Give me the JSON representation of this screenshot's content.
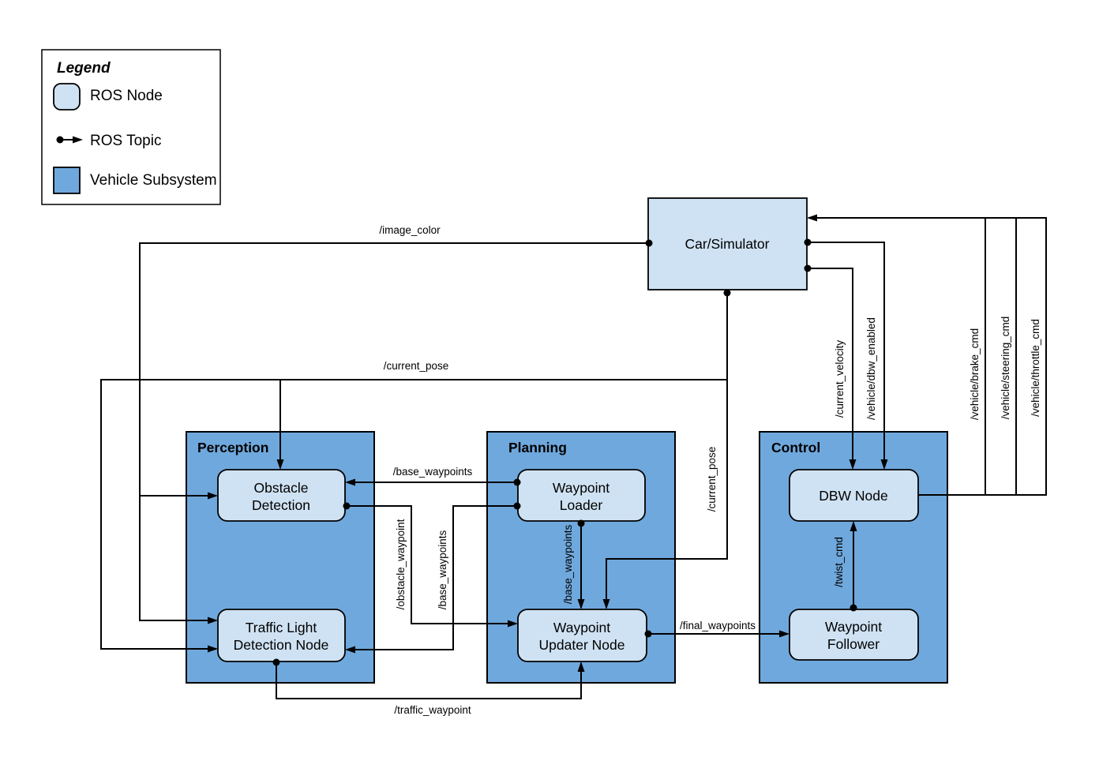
{
  "colors": {
    "node_fill": "#cfe2f3",
    "subsystem_fill": "#6fa8dc",
    "line": "#000000",
    "background": "#ffffff"
  },
  "legend": {
    "title": "Legend",
    "ros_node": "ROS Node",
    "ros_topic": "ROS Topic",
    "vehicle_subsystem": "Vehicle Subsystem"
  },
  "subsystems": {
    "perception": "Perception",
    "planning": "Planning",
    "control": "Control"
  },
  "nodes": {
    "car_simulator": "Car/Simulator",
    "obstacle_detection": [
      "Obstacle",
      "Detection"
    ],
    "traffic_light_detection": [
      "Traffic Light",
      "Detection Node"
    ],
    "waypoint_loader": [
      "Waypoint",
      "Loader"
    ],
    "waypoint_updater": [
      "Waypoint",
      "Updater Node"
    ],
    "dbw_node": "DBW Node",
    "waypoint_follower": [
      "Waypoint",
      "Follower"
    ]
  },
  "topics": {
    "image_color": "/image_color",
    "current_pose": "/current_pose",
    "base_waypoints": "/base_waypoints",
    "obstacle_waypoint": "/obstacle_waypoint",
    "traffic_waypoint": "/traffic_waypoint",
    "final_waypoints": "/final_waypoints",
    "twist_cmd": "/twist_cmd",
    "current_velocity": "/current_velocity",
    "dbw_enabled": "/vehicle/dbw_enabled",
    "brake_cmd": "/vehicle/brake_cmd",
    "steering_cmd": "/vehicle/steering_cmd",
    "throttle_cmd": "/vehicle/throttle_cmd"
  }
}
